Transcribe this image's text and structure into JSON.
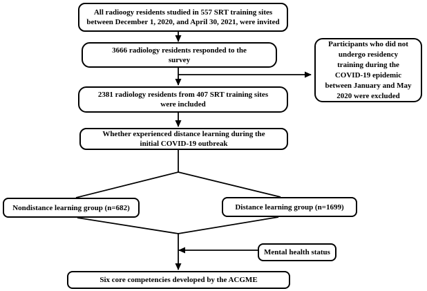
{
  "diagram": {
    "type": "flowchart",
    "description": "Study participant flow diagram for radiology resident survey",
    "colors": {
      "line": "#000000",
      "box_border": "#000000",
      "box_fill": "#ffffff",
      "background": "#ffffff",
      "text": "#000000"
    },
    "nodes": {
      "invited": "All radioogy residents studied in 557 SRT training sites\nbetween December 1, 2020, and April 30, 2021, were invited",
      "responded": "3666 radiology residents responded to the\nsurvey",
      "excluded": "Participants who did not\nundergo residency\ntraining during the\nCOVID-19 epidemic\nbetween January and May\n2020 were excluded",
      "included": "2381 radiology residents from 407 SRT training sites\nwere included",
      "distance_question": "Whether experienced distance learning during the\ninitial COVID-19 outbreak",
      "nondistance_group": "Nondistance learning group (n=682)",
      "distance_group": "Distance learning group (n=1699)",
      "mental_health": "Mental health status",
      "outcome": "Six core competencies developed by the ACGME"
    }
  }
}
